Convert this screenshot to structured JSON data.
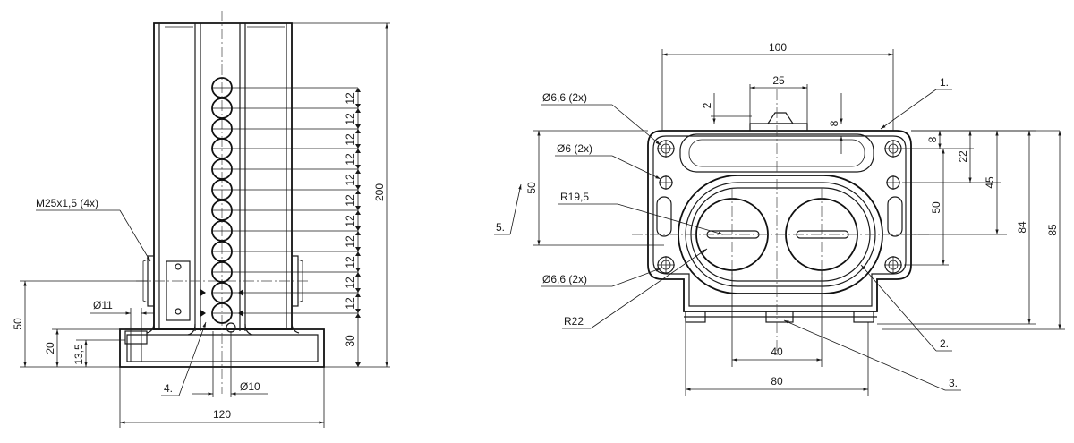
{
  "left_view": {
    "dims": {
      "d200": "200",
      "d12": "12",
      "d30": "30",
      "d50": "50",
      "d20": "20",
      "d13_5": "13,5",
      "d11": "Ø11",
      "d10": "Ø10",
      "d120": "120"
    },
    "labels": {
      "thread": "M25x1,5 (4x)",
      "item4": "4."
    }
  },
  "right_view": {
    "dims": {
      "d100": "100",
      "d25": "25",
      "d2": "2",
      "d8_top": "8",
      "d8_side": "8",
      "d22": "22",
      "d45": "45",
      "d50_right": "50",
      "d84": "84",
      "d85": "85",
      "d50_left": "50",
      "d40": "40",
      "d80": "80"
    },
    "labels": {
      "hole66_top": "Ø6,6 (2x)",
      "hole6": "Ø6 (2x)",
      "r195": "R19,5",
      "hole66_bottom": "Ø6,6 (2x)",
      "r22": "R22",
      "item1": "1.",
      "item2": "2.",
      "item3": "3.",
      "item5": "5."
    }
  }
}
